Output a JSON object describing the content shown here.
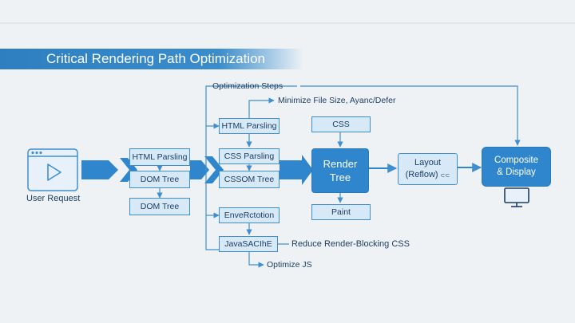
{
  "title": "Critical Rendering Path Optimization",
  "user_request": {
    "label": "User Request",
    "icon": "browser-play-icon"
  },
  "left_stack": [
    "HTML Parsling",
    "DOM Tree",
    "DOM Tree"
  ],
  "optimization": {
    "header": "Optimization Steps",
    "minimize_note": "Minimize File Size, Ayanc/Defer",
    "steps": [
      "HTML Parsling",
      "CSS Parsling",
      "CSSOM Tree",
      "EnveRctotion",
      "JavaSACIhE"
    ],
    "reduce_note": "Reduce Render-Blocking CSS",
    "optimize_note": "Optimize JS"
  },
  "render": {
    "css": "CSS",
    "tree_line1": "Render",
    "tree_line2": "Tree",
    "paint": "Paint"
  },
  "layout": {
    "line1": "Layout",
    "line2": "(Reflow)",
    "suffix": "⊂⊂"
  },
  "composite": {
    "line1": "Composite",
    "line2": "& Display",
    "icon": "monitor-icon"
  },
  "colors": {
    "accent": "#2f86cc",
    "box_fill": "#d7e8f6",
    "line": "#3f8fd0",
    "text": "#1d3f63",
    "background": "#eef2f5"
  }
}
